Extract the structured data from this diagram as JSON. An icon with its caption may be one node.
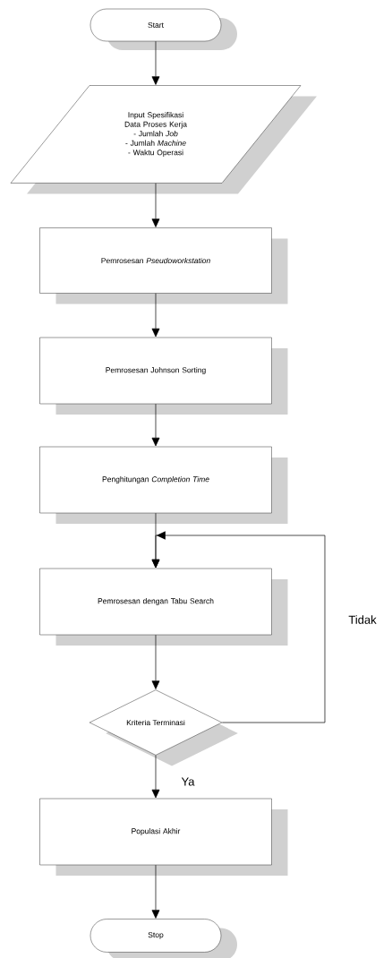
{
  "diagram": {
    "nodes": [
      {
        "text": [
          "Start"
        ]
      },
      {
        "text": [
          "Input Spesifikasi Data Proses Kerja",
          "- Jumlah *Job*",
          "- Jumlah *Machine*",
          "- Waktu Operasi"
        ]
      },
      {
        "text": [
          "Pemrosesan *Pseudoworkstation*"
        ]
      },
      {
        "text": [
          "Pemrosesan Johnson Sorting"
        ]
      },
      {
        "text": [
          "Penghitungan *Completion Time*"
        ]
      },
      {
        "text": [
          "Pemrosesan dengan Tabu Search"
        ]
      },
      {
        "text": [
          "Kriteria Terminasi"
        ]
      },
      {
        "text": [
          "Populasi Akhir"
        ]
      },
      {
        "text": [
          "Stop"
        ]
      }
    ],
    "edges": [
      {
        "from": 0,
        "to": 1,
        "arrow": "to"
      },
      {
        "from": 1,
        "to": 2,
        "arrow": "to"
      },
      {
        "from": 2,
        "to": 3,
        "arrow": "to"
      },
      {
        "from": 3,
        "to": 4,
        "arrow": "to"
      },
      {
        "from": 4,
        "to": 5,
        "arrow": "to"
      },
      {
        "from": 5,
        "to": 6,
        "arrow": "to"
      },
      {
        "from": 6,
        "to": 7,
        "label": "Ya",
        "arrow": "to"
      },
      {
        "from": 7,
        "to": 8,
        "arrow": "to"
      },
      {
        "from": 6,
        "to": 5,
        "label": "Tidak",
        "arrow": "to"
      }
    ]
  }
}
